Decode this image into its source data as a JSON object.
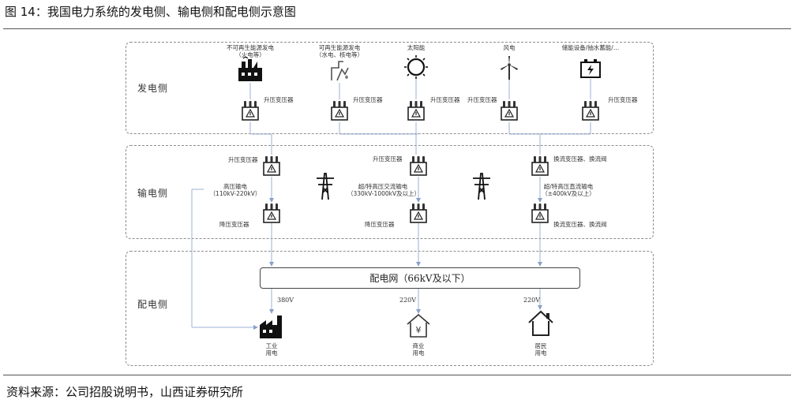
{
  "title": "图 14：我国电力系统的发电侧、输电侧和配电侧示意图",
  "source": "资料来源：公司招股说明书，山西证券研究所",
  "sections": {
    "generation": "发电侧",
    "transmission": "输电侧",
    "distribution": "配电侧"
  },
  "generation": {
    "sources": [
      {
        "line1": "不可再生能源发电",
        "line2": "（火电等）"
      },
      {
        "line1": "可再生能源发电",
        "line2": "（水电、核电等）"
      },
      {
        "line1": "太阳能",
        "line2": ""
      },
      {
        "line1": "风电",
        "line2": ""
      },
      {
        "line1": "储能设备/抽水蓄能/…",
        "line2": ""
      }
    ],
    "transformer_label": "升压变压器"
  },
  "transmission": {
    "left_step_up": "升压变压器",
    "left_line_1": "高压输电",
    "left_line_2": "（110kV-220kV）",
    "left_step_down": "降压变压器",
    "mid_step_up": "升压变压器",
    "mid_line_1": "超/特高压交流输电",
    "mid_line_2": "（330kV-1000kV及以上）",
    "mid_step_down": "降压变压器",
    "right_top": "换流变压器、换流阀",
    "right_line_1": "超/特高压直流输电",
    "right_line_2": "（±400kV及以上）",
    "right_bottom": "换流变压器、换流阀"
  },
  "distribution": {
    "grid_label": "配电网（66kV及以下）",
    "voltages": [
      "380V",
      "220V",
      "220V"
    ],
    "users": [
      {
        "line1": "工业",
        "line2": "用电"
      },
      {
        "line1": "商业",
        "line2": "用电"
      },
      {
        "line1": "居民",
        "line2": "用电"
      }
    ],
    "commercial_symbol": "¥"
  }
}
